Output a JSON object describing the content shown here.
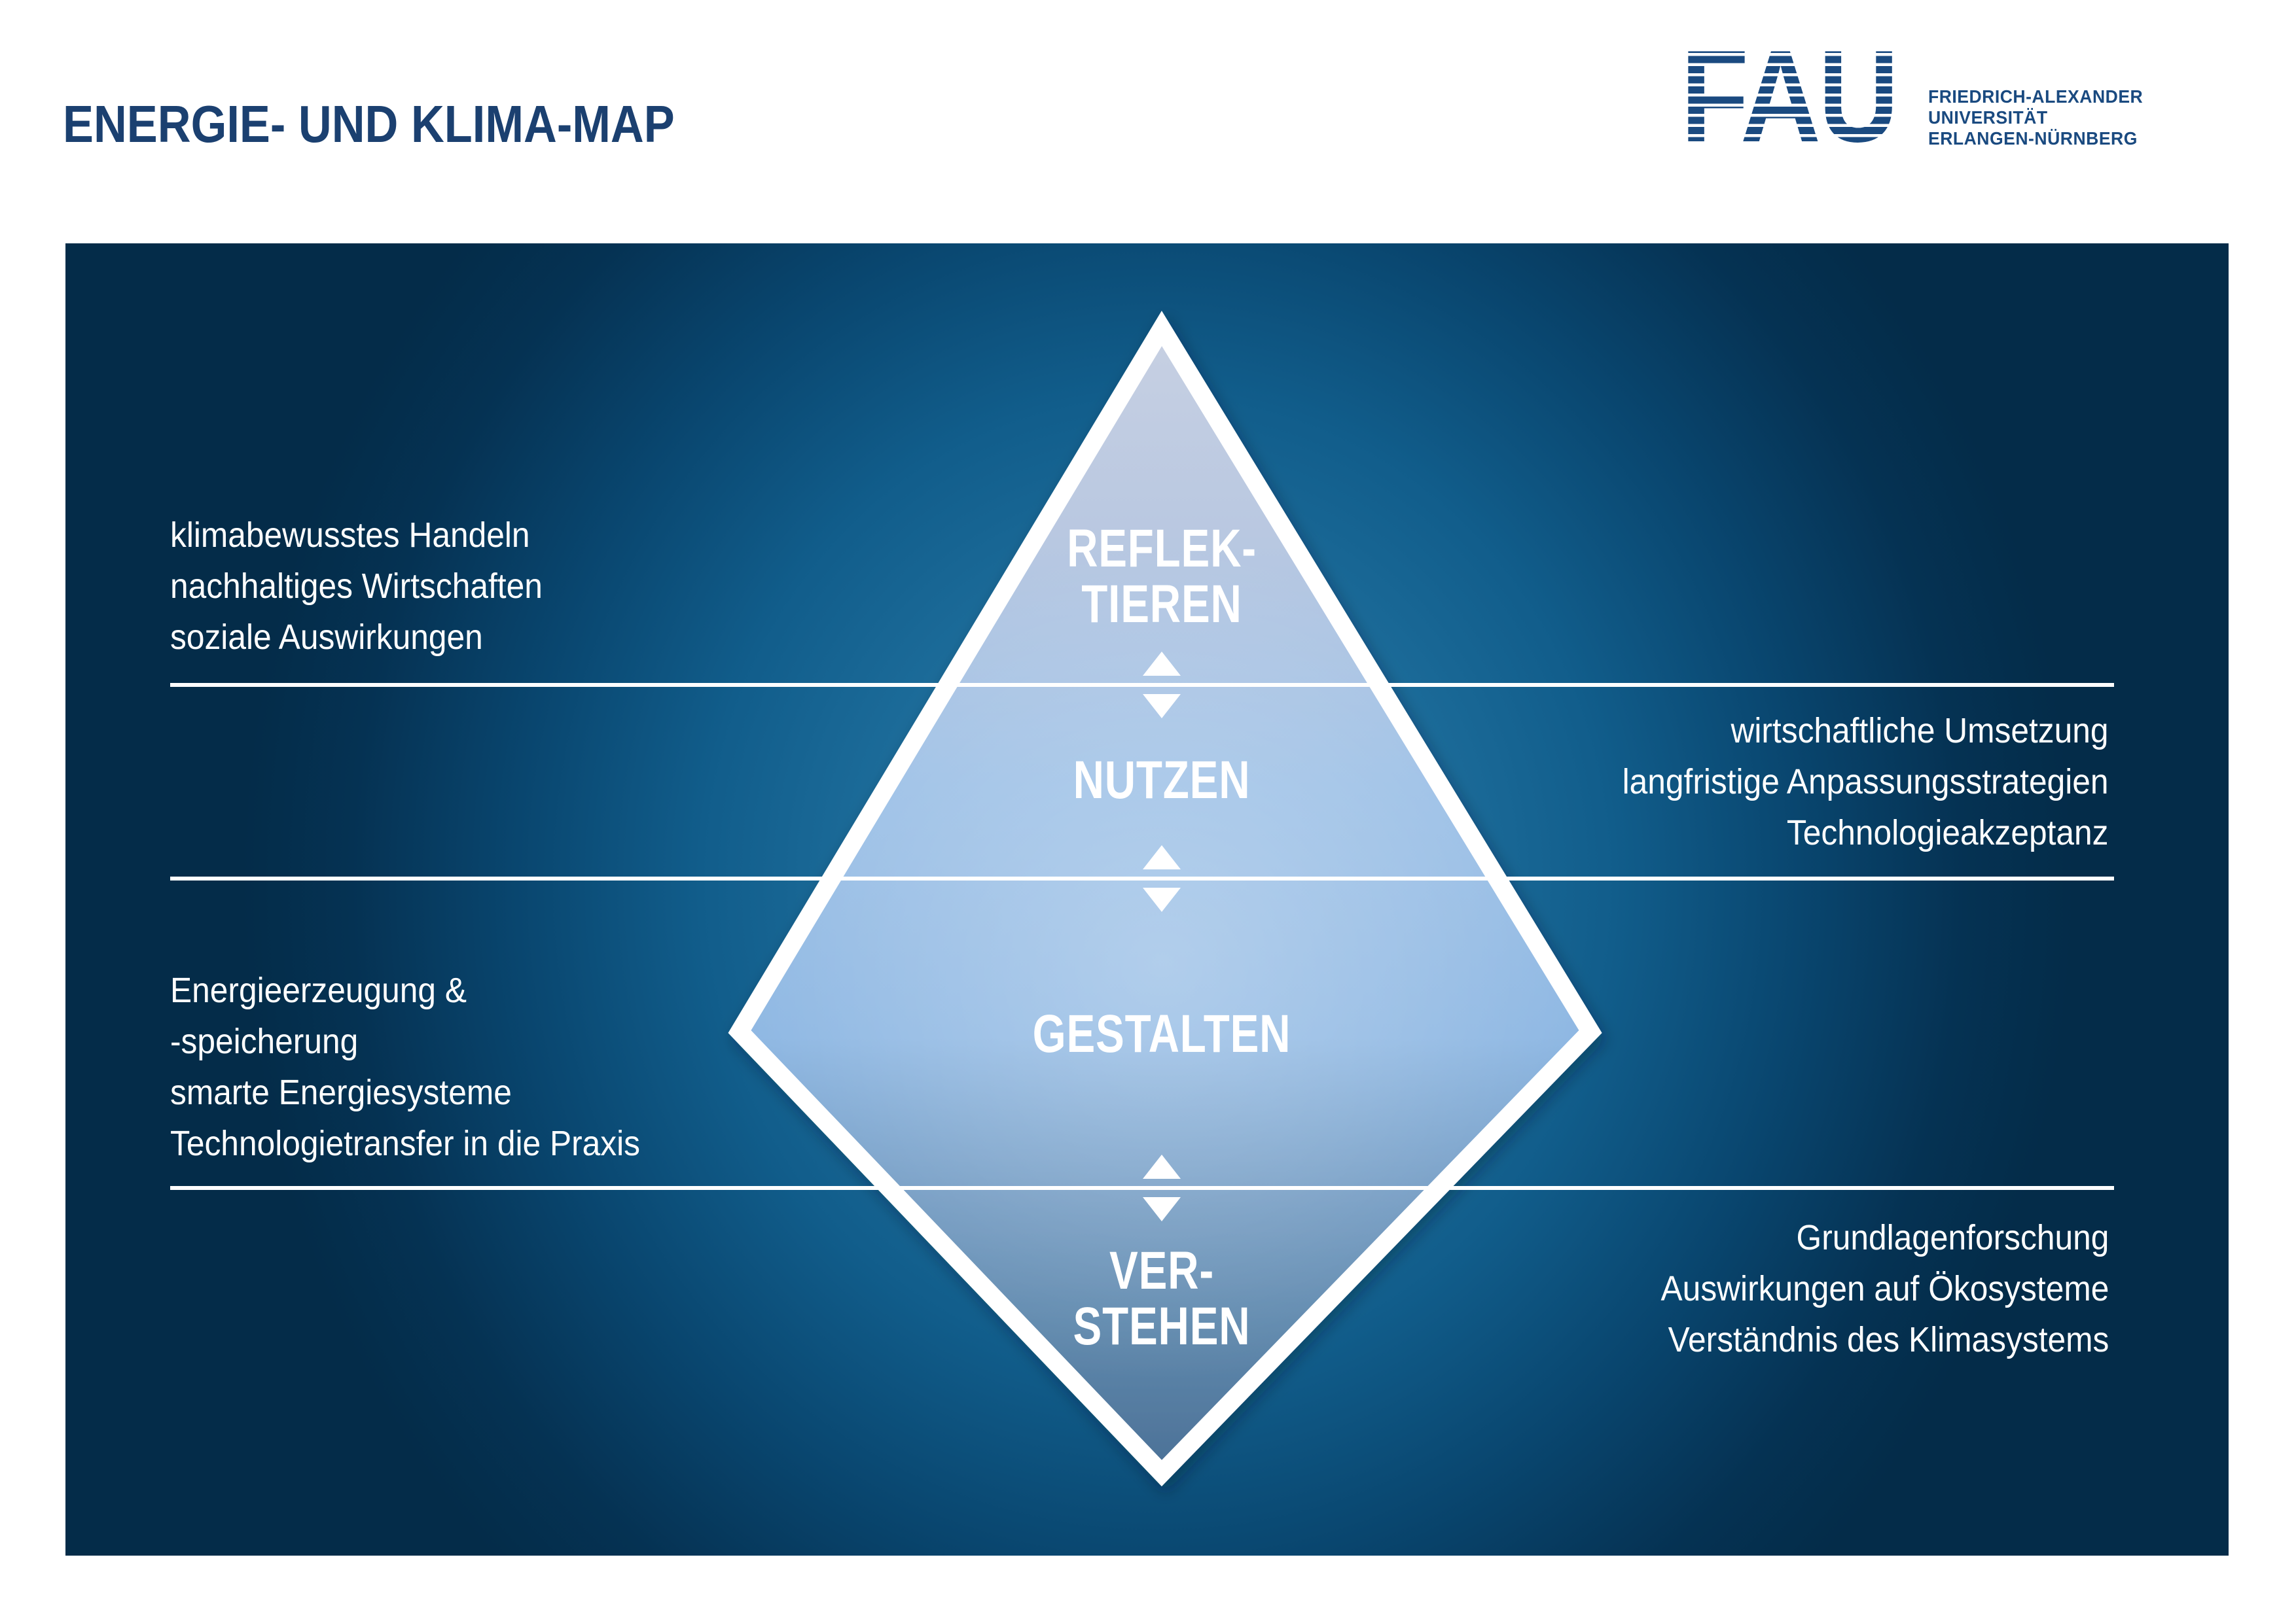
{
  "title": "ENERGIE- UND KLIMA-MAP",
  "logo": {
    "acronym": "FAU",
    "name_lines": [
      "FRIEDRICH-ALEXANDER",
      "UNIVERSITÄT",
      "ERLANGEN-NÜRNBERG"
    ]
  },
  "pyramid": {
    "levels": [
      {
        "id": "reflektieren",
        "label_lines": [
          "REFLEK-",
          "TIEREN"
        ]
      },
      {
        "id": "nutzen",
        "label_lines": [
          "NUTZEN"
        ]
      },
      {
        "id": "gestalten",
        "label_lines": [
          "GESTALTEN"
        ]
      },
      {
        "id": "verstehen",
        "label_lines": [
          "VER-",
          "STEHEN"
        ]
      }
    ]
  },
  "annotations": {
    "reflektieren_left": [
      "klimabewusstes Handeln",
      "nachhaltiges Wirtschaften",
      "soziale Auswirkungen"
    ],
    "nutzen_right": [
      "wirtschaftliche Umsetzung",
      "langfristige Anpassungsstrategien",
      "Technologieakzeptanz"
    ],
    "gestalten_left": [
      "Energieerzeugung &",
      "-speicherung",
      "smarte Energiesysteme",
      "Technologietransfer in die Praxis"
    ],
    "verstehen_right": [
      "Grundlagenforschung",
      "Auswirkungen auf Ökosysteme",
      "Verständnis des Klimasystems"
    ]
  },
  "colors": {
    "brand_navy": "#1a4a80",
    "title_navy": "#1b4070",
    "panel_dark": "#042c49",
    "panel_glow": "#3584b4",
    "diamond_fill_top": "#c7d0e2",
    "diamond_fill_bottom": "#4b7096",
    "line_and_arrow_white": "#ffffff"
  }
}
